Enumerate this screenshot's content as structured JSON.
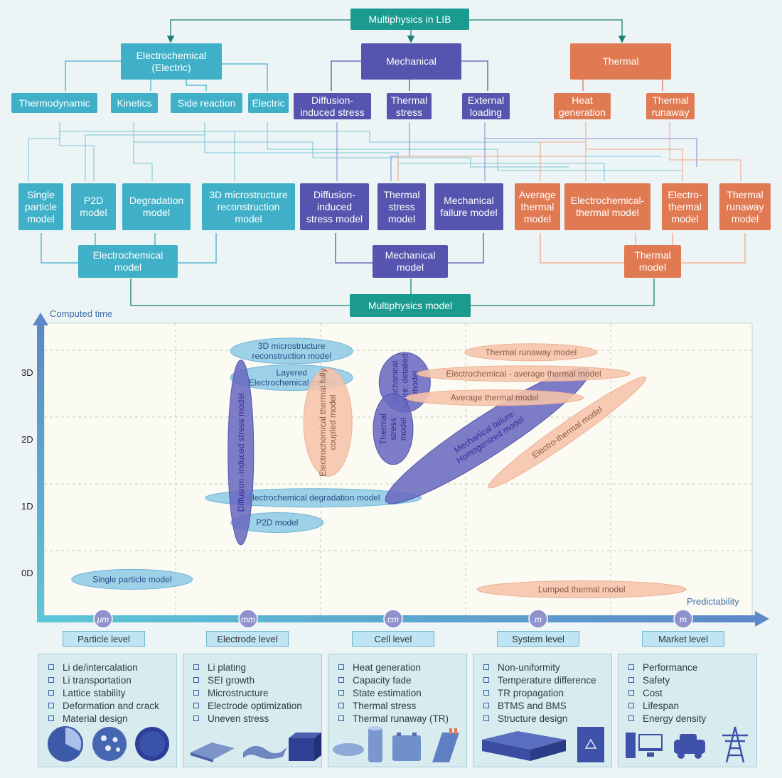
{
  "top": {
    "root": "Multiphysics in LIB",
    "electrochemical": "Electrochemical\n(Electric)",
    "mechanical": "Mechanical",
    "thermal": "Thermal",
    "sub": {
      "thermodynamic": "Thermodynamic",
      "kinetics": "Kinetics",
      "side_reaction": "Side reaction",
      "electric": "Electric",
      "diffusion_stress": "Diffusion-\ninduced stress",
      "thermal_stress": "Thermal\nstress",
      "external_loading": "External\nloading",
      "heat_generation": "Heat\ngeneration",
      "thermal_runaway": "Thermal\nrunaway"
    },
    "models": {
      "single_particle": "Single\nparticle\nmodel",
      "p2d": "P2D\nmodel",
      "degradation": "Degradation\nmodel",
      "microstructure": "3D microstructure\nreconstruction\nmodel",
      "diffusion_stress": "Diffusion-\ninduced\nstress model",
      "thermal_stress": "Thermal\nstress\nmodel",
      "mechanical_failure": "Mechanical\nfailure model",
      "average_thermal": "Average\nthermal\nmodel",
      "electrochemical_thermal": "Electrochemical-\nthermal model",
      "electro_thermal": "Electro-\nthermal\nmodel",
      "thermal_runaway": "Thermal\nrunaway\nmodel"
    },
    "groups": {
      "electrochemical": "Electrochemical\nmodel",
      "mechanical": "Mechanical\nmodel",
      "thermal": "Thermal\nmodel",
      "multiphysics": "Multiphysics model"
    }
  },
  "chart_data": {
    "type": "scatter",
    "ylabel": "Computed time",
    "xlabel": "Predictability",
    "y_ticks": [
      "0D",
      "1D",
      "2D",
      "3D"
    ],
    "x_ticks": [
      "μm",
      "mm",
      "cm",
      "m",
      "m"
    ],
    "items": [
      {
        "label": "Single particle model",
        "group": "electrochemical",
        "x": 0.2,
        "y": -0.1
      },
      {
        "label": "P2D model",
        "group": "electrochemical",
        "x": 1.2,
        "y": 0.75
      },
      {
        "label": "Electrochemical degradation model",
        "group": "electrochemical",
        "x": 1.45,
        "y": 1.12
      },
      {
        "label": "3D microstructure\nreconstruction model",
        "group": "electrochemical",
        "x": 1.3,
        "y": 3.32
      },
      {
        "label": "Layered\nElectrochemical model",
        "group": "electrochemical",
        "x": 1.3,
        "y": 2.92
      },
      {
        "label": "Diffusion -induced stress model",
        "group": "mechanical",
        "x": 0.95,
        "y": 1.8
      },
      {
        "label": "Mechanical\nfailure: detailed\nmodel",
        "group": "mechanical",
        "x": 2.08,
        "y": 2.85
      },
      {
        "label": "Thermal\nstress\nmodel",
        "group": "mechanical",
        "x": 2.0,
        "y": 2.15
      },
      {
        "label": "Mechanical failure:\nHomogenized model",
        "group": "mechanical",
        "x": 2.65,
        "y": 2.05
      },
      {
        "label": "Electrochemical thermal fully\ncoupled model",
        "group": "thermal",
        "x": 1.55,
        "y": 2.25
      },
      {
        "label": "Thermal runaway model",
        "group": "thermal",
        "x": 2.95,
        "y": 3.3
      },
      {
        "label": "Electrochemical - average thermal model",
        "group": "thermal",
        "x": 2.9,
        "y": 2.98
      },
      {
        "label": "Average thermal model",
        "group": "thermal",
        "x": 2.7,
        "y": 2.62
      },
      {
        "label": "Electro-thermal model",
        "group": "thermal",
        "x": 3.2,
        "y": 2.1
      },
      {
        "label": "Lumped thermal model",
        "group": "thermal",
        "x": 3.3,
        "y": -0.25
      }
    ]
  },
  "levels": [
    {
      "name": "Particle level",
      "items": [
        "Li de/intercalation",
        "Li transportation",
        "Lattice stability",
        "Deformation and crack",
        "Material design"
      ]
    },
    {
      "name": "Electrode level",
      "items": [
        "Li plating",
        "SEI growth",
        "Microstructure",
        "Electrode optimization",
        "Uneven stress"
      ]
    },
    {
      "name": "Cell level",
      "items": [
        "Heat generation",
        "Capacity fade",
        "State estimation",
        "Thermal stress",
        "Thermal runaway (TR)"
      ]
    },
    {
      "name": "System level",
      "items": [
        "Non-uniformity",
        "Temperature difference",
        "TR propagation",
        "BTMS and BMS",
        "Structure design"
      ]
    },
    {
      "name": "Market level",
      "items": [
        "Performance",
        "Safety",
        "Cost",
        "Lifespan",
        "Energy density"
      ]
    }
  ],
  "colors": {
    "teal": "#1a9b8e",
    "electrochemical": "#3fb0c8",
    "mechanical": "#5554ae",
    "thermal": "#e07a52"
  }
}
